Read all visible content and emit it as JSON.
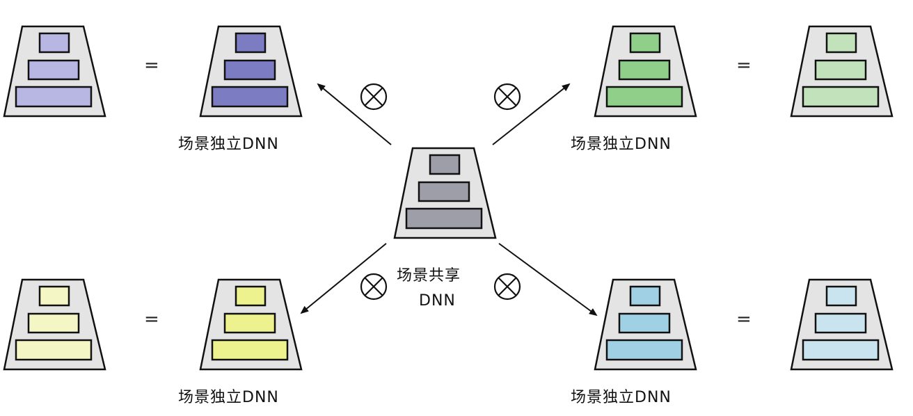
{
  "shared": {
    "label_line1": "场景共享",
    "label_line2": "DNN",
    "colors": {
      "fill": "#9e9ea8",
      "fill_light": "#a6a6ae"
    }
  },
  "branches": [
    {
      "id": "top-left",
      "label": "场景独立DNN",
      "color": "#7c7cc2",
      "result_color": "#b8b6e2",
      "direction": "up-left"
    },
    {
      "id": "top-right",
      "label": "场景独立DNN",
      "color": "#8fcf8a",
      "result_color": "#c2e2bc",
      "direction": "up-right"
    },
    {
      "id": "bottom-left",
      "label": "场景独立DNN",
      "color": "#eef28e",
      "result_color": "#f5f6c6",
      "direction": "down-left"
    },
    {
      "id": "bottom-right",
      "label": "场景独立DNN",
      "color": "#9fd0e4",
      "result_color": "#c9e4ee",
      "direction": "down-right"
    }
  ],
  "operator_symbol": "⊗",
  "equals_symbol": "=",
  "colors": {
    "outline": "#111111",
    "tower_bg": "#e4e4e4",
    "arrow": "#111111"
  }
}
